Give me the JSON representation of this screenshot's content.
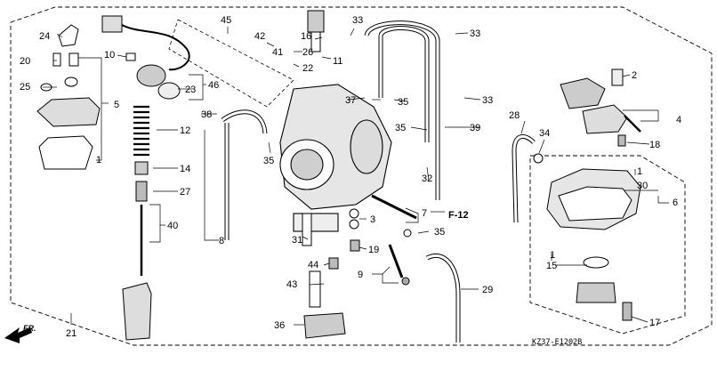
{
  "diagram": {
    "callouts": [
      {
        "id": "c1",
        "label": "1"
      },
      {
        "id": "c2",
        "label": "2"
      },
      {
        "id": "c3",
        "label": "3"
      },
      {
        "id": "c4",
        "label": "4"
      },
      {
        "id": "c5",
        "label": "5"
      },
      {
        "id": "c6",
        "label": "6"
      },
      {
        "id": "c7",
        "label": "7"
      },
      {
        "id": "c8",
        "label": "8"
      },
      {
        "id": "c9",
        "label": "9"
      },
      {
        "id": "c10",
        "label": "10"
      },
      {
        "id": "c11",
        "label": "11"
      },
      {
        "id": "c12",
        "label": "12"
      },
      {
        "id": "c14",
        "label": "14"
      },
      {
        "id": "c15",
        "label": "15"
      },
      {
        "id": "c16",
        "label": "16"
      },
      {
        "id": "c17",
        "label": "17"
      },
      {
        "id": "c18",
        "label": "18"
      },
      {
        "id": "c19",
        "label": "19"
      },
      {
        "id": "c20",
        "label": "20"
      },
      {
        "id": "c21",
        "label": "21"
      },
      {
        "id": "c22",
        "label": "22"
      },
      {
        "id": "c23",
        "label": "23"
      },
      {
        "id": "c24",
        "label": "24"
      },
      {
        "id": "c25",
        "label": "25"
      },
      {
        "id": "c26",
        "label": "26"
      },
      {
        "id": "c27",
        "label": "27"
      },
      {
        "id": "c28",
        "label": "28"
      },
      {
        "id": "c29",
        "label": "29"
      },
      {
        "id": "c30",
        "label": "30"
      },
      {
        "id": "c31",
        "label": "31"
      },
      {
        "id": "c32",
        "label": "32"
      },
      {
        "id": "c33a",
        "label": "33"
      },
      {
        "id": "c33b",
        "label": "33"
      },
      {
        "id": "c33c",
        "label": "33"
      },
      {
        "id": "c34",
        "label": "34"
      },
      {
        "id": "c35a",
        "label": "35"
      },
      {
        "id": "c35b",
        "label": "35"
      },
      {
        "id": "c35c",
        "label": "35"
      },
      {
        "id": "c35d",
        "label": "35"
      },
      {
        "id": "c36",
        "label": "36"
      },
      {
        "id": "c37",
        "label": "37"
      },
      {
        "id": "c38",
        "label": "38"
      },
      {
        "id": "c39",
        "label": "39"
      },
      {
        "id": "c40",
        "label": "40"
      },
      {
        "id": "c41",
        "label": "41"
      },
      {
        "id": "c42",
        "label": "42"
      },
      {
        "id": "c43",
        "label": "43"
      },
      {
        "id": "c44",
        "label": "44"
      },
      {
        "id": "c45",
        "label": "45"
      },
      {
        "id": "c46",
        "label": "46"
      },
      {
        "id": "c1b",
        "label": "1"
      },
      {
        "id": "c1c",
        "label": "1"
      }
    ],
    "section_ref": "F-12",
    "front_marker": "FR.",
    "figure_code": "KZ37-E1202B"
  },
  "colors": {
    "ink": "#000000",
    "paper": "#ffffff"
  }
}
